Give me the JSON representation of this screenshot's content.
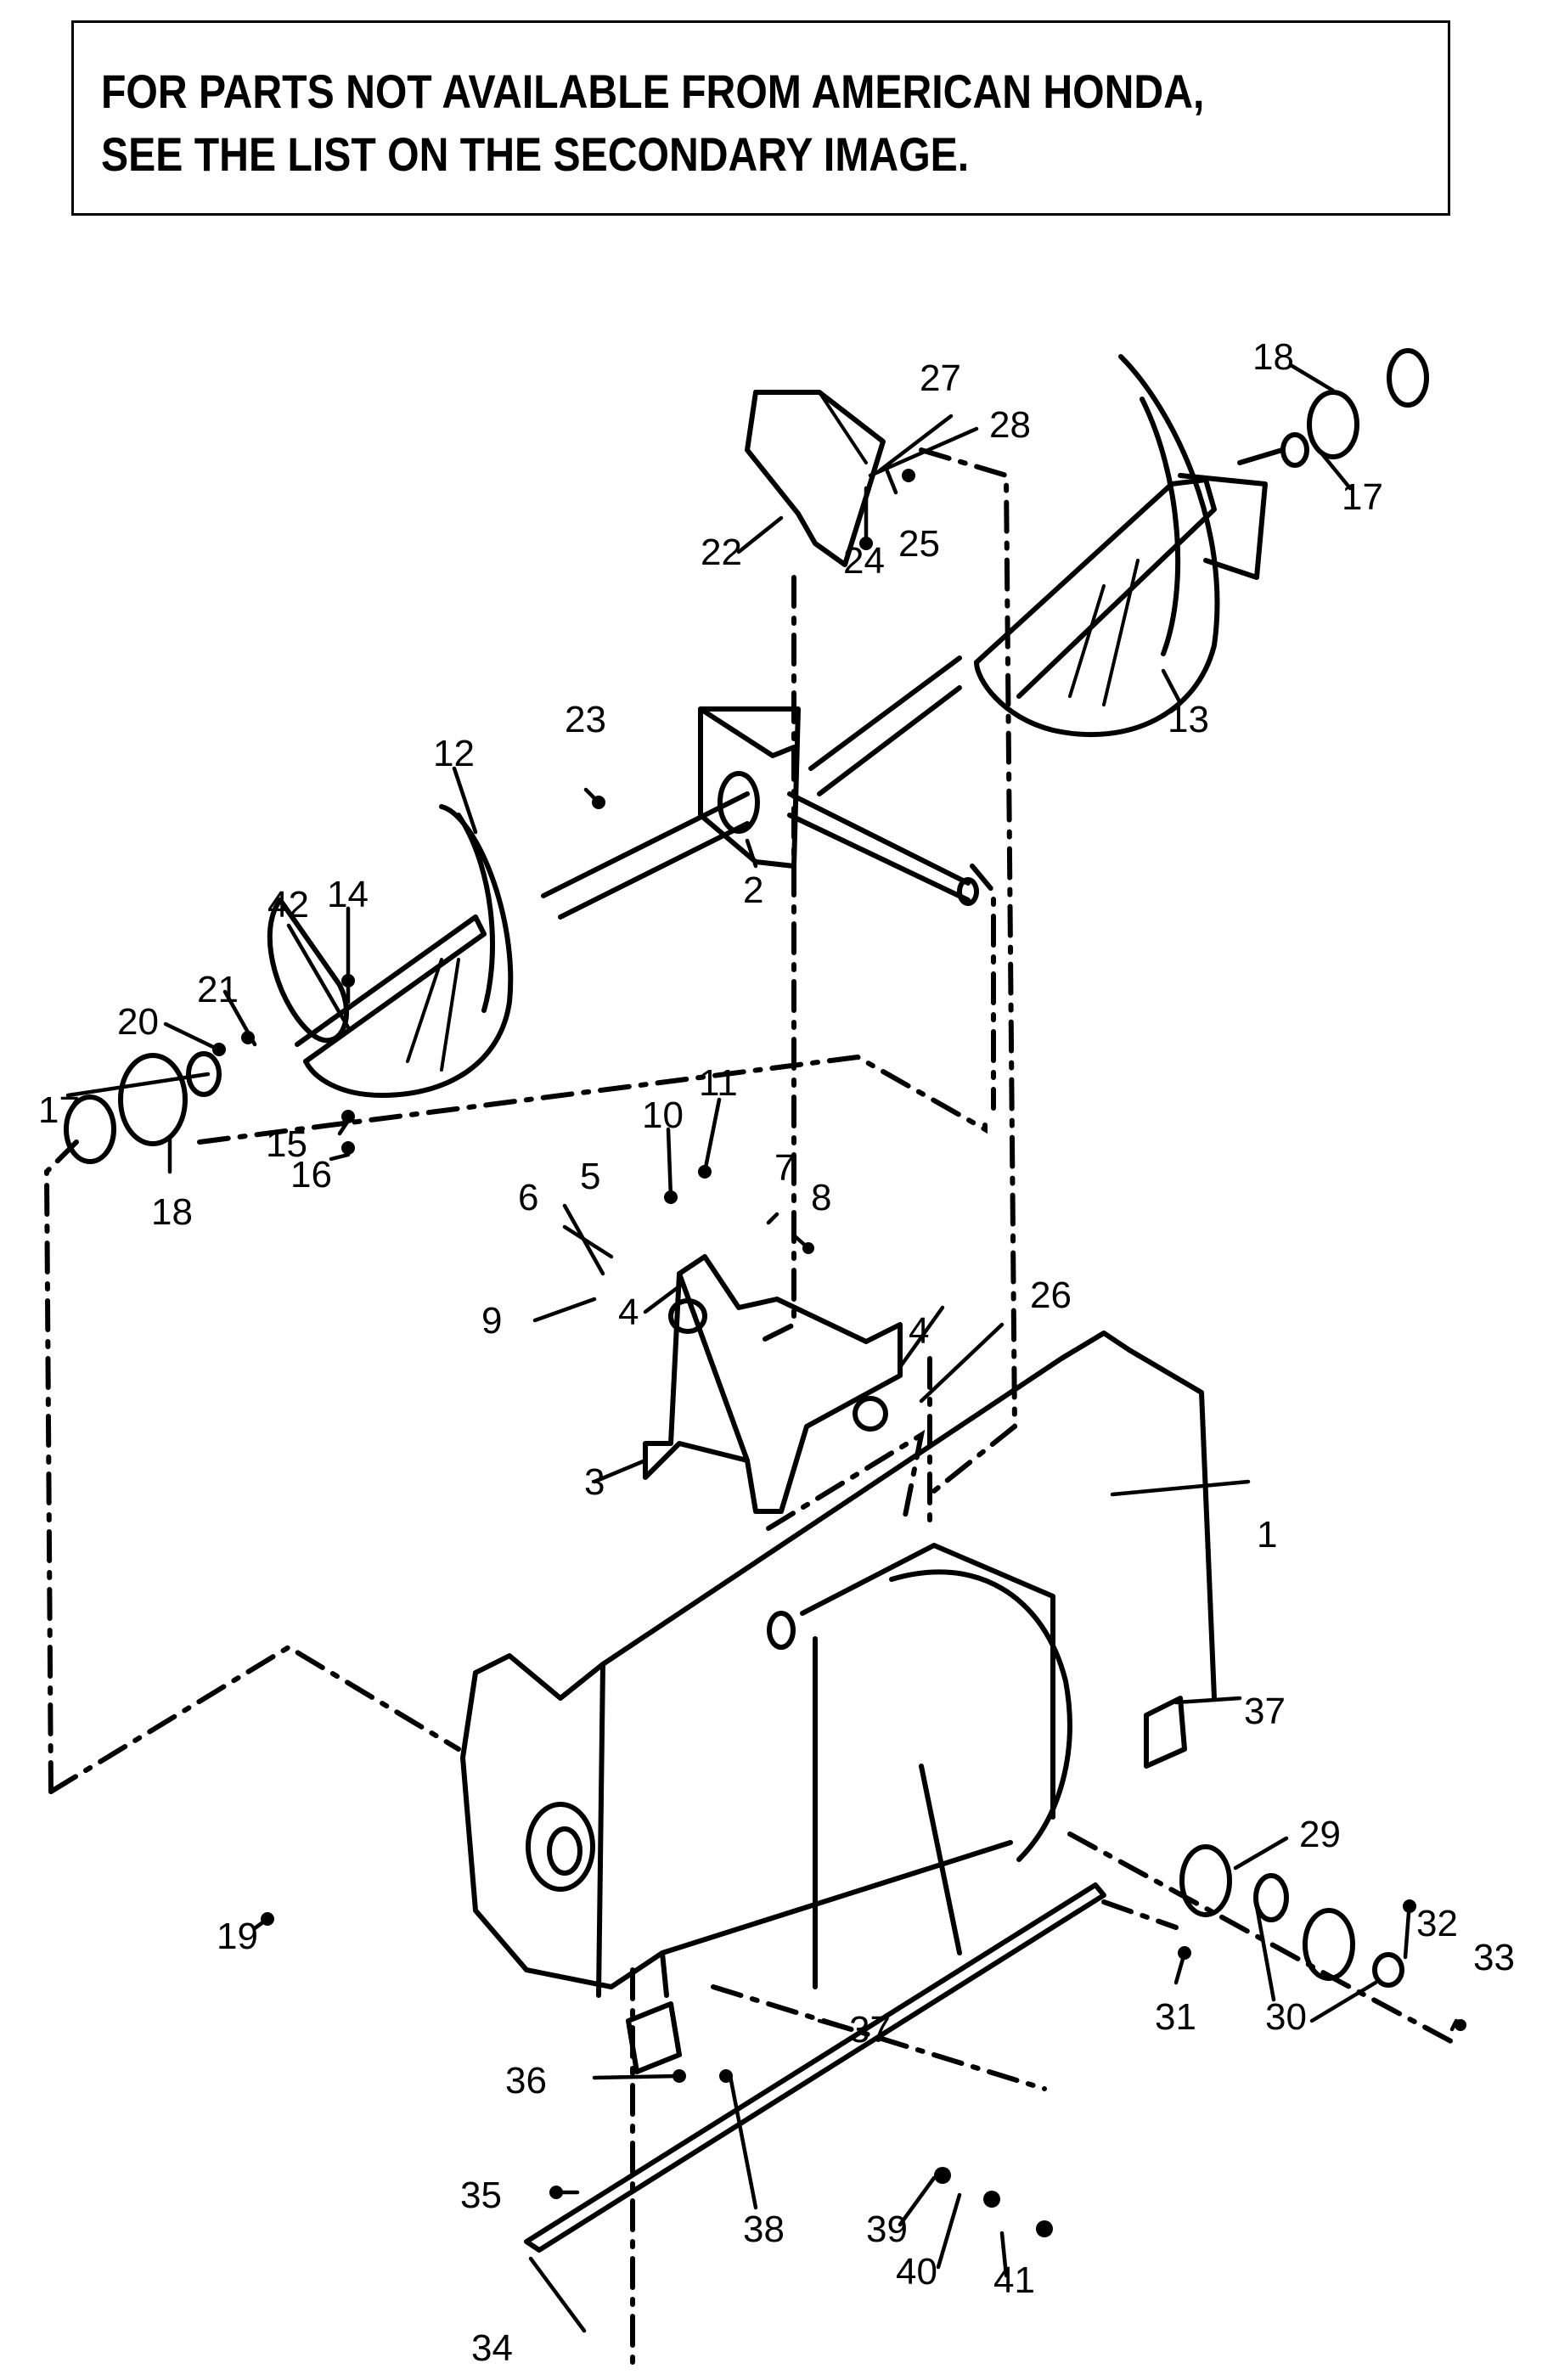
{
  "notice": {
    "line1": "FOR PARTS NOT AVAILABLE FROM AMERICAN HONDA,",
    "line2": "SEE THE LIST ON THE SECONDARY IMAGE."
  },
  "diagram": {
    "title": "Auger housing exploded parts view",
    "callouts": [
      {
        "id": "c1",
        "label": "1"
      },
      {
        "id": "c2",
        "label": "2"
      },
      {
        "id": "c3",
        "label": "3"
      },
      {
        "id": "c4a",
        "label": "4"
      },
      {
        "id": "c4b",
        "label": "4"
      },
      {
        "id": "c5",
        "label": "5"
      },
      {
        "id": "c6",
        "label": "6"
      },
      {
        "id": "c7",
        "label": "7"
      },
      {
        "id": "c8",
        "label": "8"
      },
      {
        "id": "c9",
        "label": "9"
      },
      {
        "id": "c10",
        "label": "10"
      },
      {
        "id": "c11",
        "label": "11"
      },
      {
        "id": "c12",
        "label": "12"
      },
      {
        "id": "c13",
        "label": "13"
      },
      {
        "id": "c14",
        "label": "14"
      },
      {
        "id": "c15",
        "label": "15"
      },
      {
        "id": "c16",
        "label": "16"
      },
      {
        "id": "c17a",
        "label": "17"
      },
      {
        "id": "c17b",
        "label": "17"
      },
      {
        "id": "c18a",
        "label": "18"
      },
      {
        "id": "c18b",
        "label": "18"
      },
      {
        "id": "c19",
        "label": "19"
      },
      {
        "id": "c20",
        "label": "20"
      },
      {
        "id": "c21",
        "label": "21"
      },
      {
        "id": "c22",
        "label": "22"
      },
      {
        "id": "c23",
        "label": "23"
      },
      {
        "id": "c24",
        "label": "24"
      },
      {
        "id": "c25",
        "label": "25"
      },
      {
        "id": "c26",
        "label": "26"
      },
      {
        "id": "c27",
        "label": "27"
      },
      {
        "id": "c28",
        "label": "28"
      },
      {
        "id": "c29",
        "label": "29"
      },
      {
        "id": "c30",
        "label": "30"
      },
      {
        "id": "c31",
        "label": "31"
      },
      {
        "id": "c32",
        "label": "32"
      },
      {
        "id": "c33",
        "label": "33"
      },
      {
        "id": "c34",
        "label": "34"
      },
      {
        "id": "c35",
        "label": "35"
      },
      {
        "id": "c36",
        "label": "36"
      },
      {
        "id": "c37a",
        "label": "37"
      },
      {
        "id": "c37b",
        "label": "37"
      },
      {
        "id": "c38",
        "label": "38"
      },
      {
        "id": "c39",
        "label": "39"
      },
      {
        "id": "c40",
        "label": "40"
      },
      {
        "id": "c41",
        "label": "41"
      },
      {
        "id": "c42",
        "label": "42"
      }
    ]
  }
}
